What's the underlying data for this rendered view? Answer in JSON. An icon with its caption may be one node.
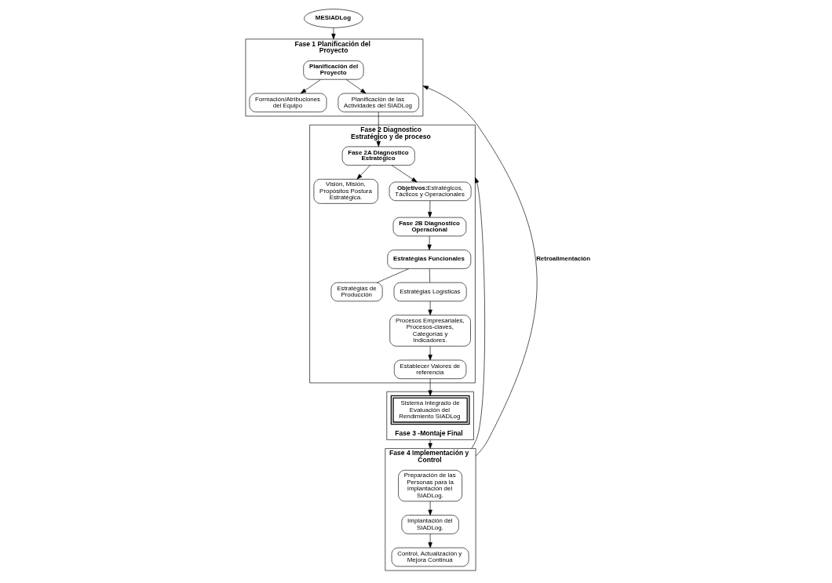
{
  "diagram": {
    "nodes": [
      {
        "text": [
          "MESIADLog"
        ]
      },
      {
        "text": [
          "Fase 1 Planificación del Proyecto"
        ]
      },
      {
        "text": [
          "Planificación del Proyecto"
        ],
        "in": 1
      },
      {
        "text": [
          "Formación/Atribuciones del Equipo"
        ],
        "in": 1
      },
      {
        "text": [
          "Planificación de las Actividades del SIADLog"
        ],
        "in": 1
      },
      {
        "text": [
          "Fase 2 Diagnostico Estratégico y de proceso"
        ]
      },
      {
        "text": [
          "Fase 2A Diagnostico Estratégico"
        ],
        "in": 5
      },
      {
        "text": [
          "Visión, Misión, Propósitos Postura Estratégica."
        ],
        "in": 5
      },
      {
        "text": [
          "**Objetivos:**Estratégicos, Tácticos y Operacionales"
        ],
        "in": 5
      },
      {
        "text": [
          "Fase 2B Diagnostico Operacional"
        ],
        "in": 5
      },
      {
        "text": [
          "Estratégias Funcionales"
        ],
        "in": 5
      },
      {
        "text": [
          "Estratégias de Producción"
        ],
        "in": 5
      },
      {
        "text": [
          "Estratégias Logísticas"
        ],
        "in": 5
      },
      {
        "text": [
          "Procesos Empresariales, Procesos-claves, Categorías y Indicadores."
        ],
        "in": 5
      },
      {
        "text": [
          "Establecer Valores de referencia"
        ],
        "in": 5
      },
      {
        "text": [
          "Fase 3 -Montaje Final"
        ]
      },
      {
        "text": [
          "Sistema Integrado de Evaluación del Rendimiento SIADLog"
        ],
        "in": 15
      },
      {
        "text": [
          "Fase 4 Implementación y Control"
        ]
      },
      {
        "text": [
          "Preparación de las Personas para la implantación del SIADLog."
        ],
        "in": 17
      },
      {
        "text": [
          "Implantación del SIADLog."
        ],
        "in": 17
      },
      {
        "text": [
          "Control, Actualización y Mejora Continua"
        ],
        "in": 17
      }
    ],
    "edges": [
      {
        "from": 0,
        "to": 1,
        "arrow": "to"
      },
      {
        "from": 2,
        "to": 3,
        "arrow": "to"
      },
      {
        "from": 2,
        "to": 4,
        "arrow": "to"
      },
      {
        "from": 4,
        "to": 6,
        "arrow": "to"
      },
      {
        "from": 6,
        "to": 7,
        "arrow": "to"
      },
      {
        "from": 6,
        "to": 8,
        "arrow": "to"
      },
      {
        "from": 8,
        "to": 9,
        "arrow": "to"
      },
      {
        "from": 9,
        "to": 10,
        "arrow": "to"
      },
      {
        "from": 10,
        "to": 11,
        "arrow": "none"
      },
      {
        "from": 10,
        "to": 12,
        "arrow": "none"
      },
      {
        "from": 12,
        "to": 13,
        "arrow": "to"
      },
      {
        "from": 13,
        "to": 14,
        "arrow": "to"
      },
      {
        "from": 14,
        "to": 16,
        "arrow": "to"
      },
      {
        "from": 15,
        "to": 17,
        "arrow": "to"
      },
      {
        "from": 18,
        "to": 19,
        "arrow": "to"
      },
      {
        "from": 19,
        "to": 20,
        "arrow": "to"
      },
      {
        "from": 17,
        "to": 1,
        "arrow": "to",
        "label": "Retroalimentación"
      },
      {
        "from": 17,
        "to": 5,
        "arrow": "to"
      }
    ]
  }
}
